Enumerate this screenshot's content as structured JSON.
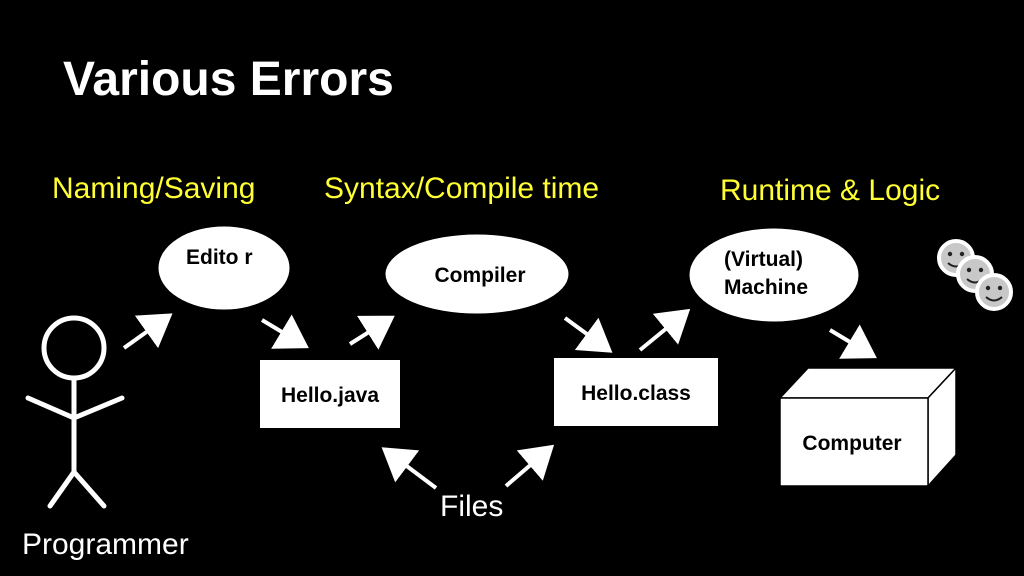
{
  "slide": {
    "title": "Various Errors"
  },
  "categories": {
    "naming": "Naming/Saving",
    "syntax": "Syntax/Compile time",
    "runtime": "Runtime & Logic"
  },
  "nodes": {
    "editor": "Edito r",
    "compiler": "Compiler",
    "virtual_machine_line1": "(Virtual)",
    "virtual_machine_line2": "Machine",
    "hello_java": "Hello.java",
    "hello_class": "Hello.class",
    "computer": "Computer"
  },
  "labels": {
    "files": "Files",
    "programmer": "Programmer"
  },
  "colors": {
    "background": "#000000",
    "title": "#ffffff",
    "category": "#ffff33",
    "node_fill": "#ffffff",
    "arrow": "#ffffff"
  },
  "icons": {
    "programmer": "stick-figure-icon",
    "users": "smiley-faces-icon"
  }
}
